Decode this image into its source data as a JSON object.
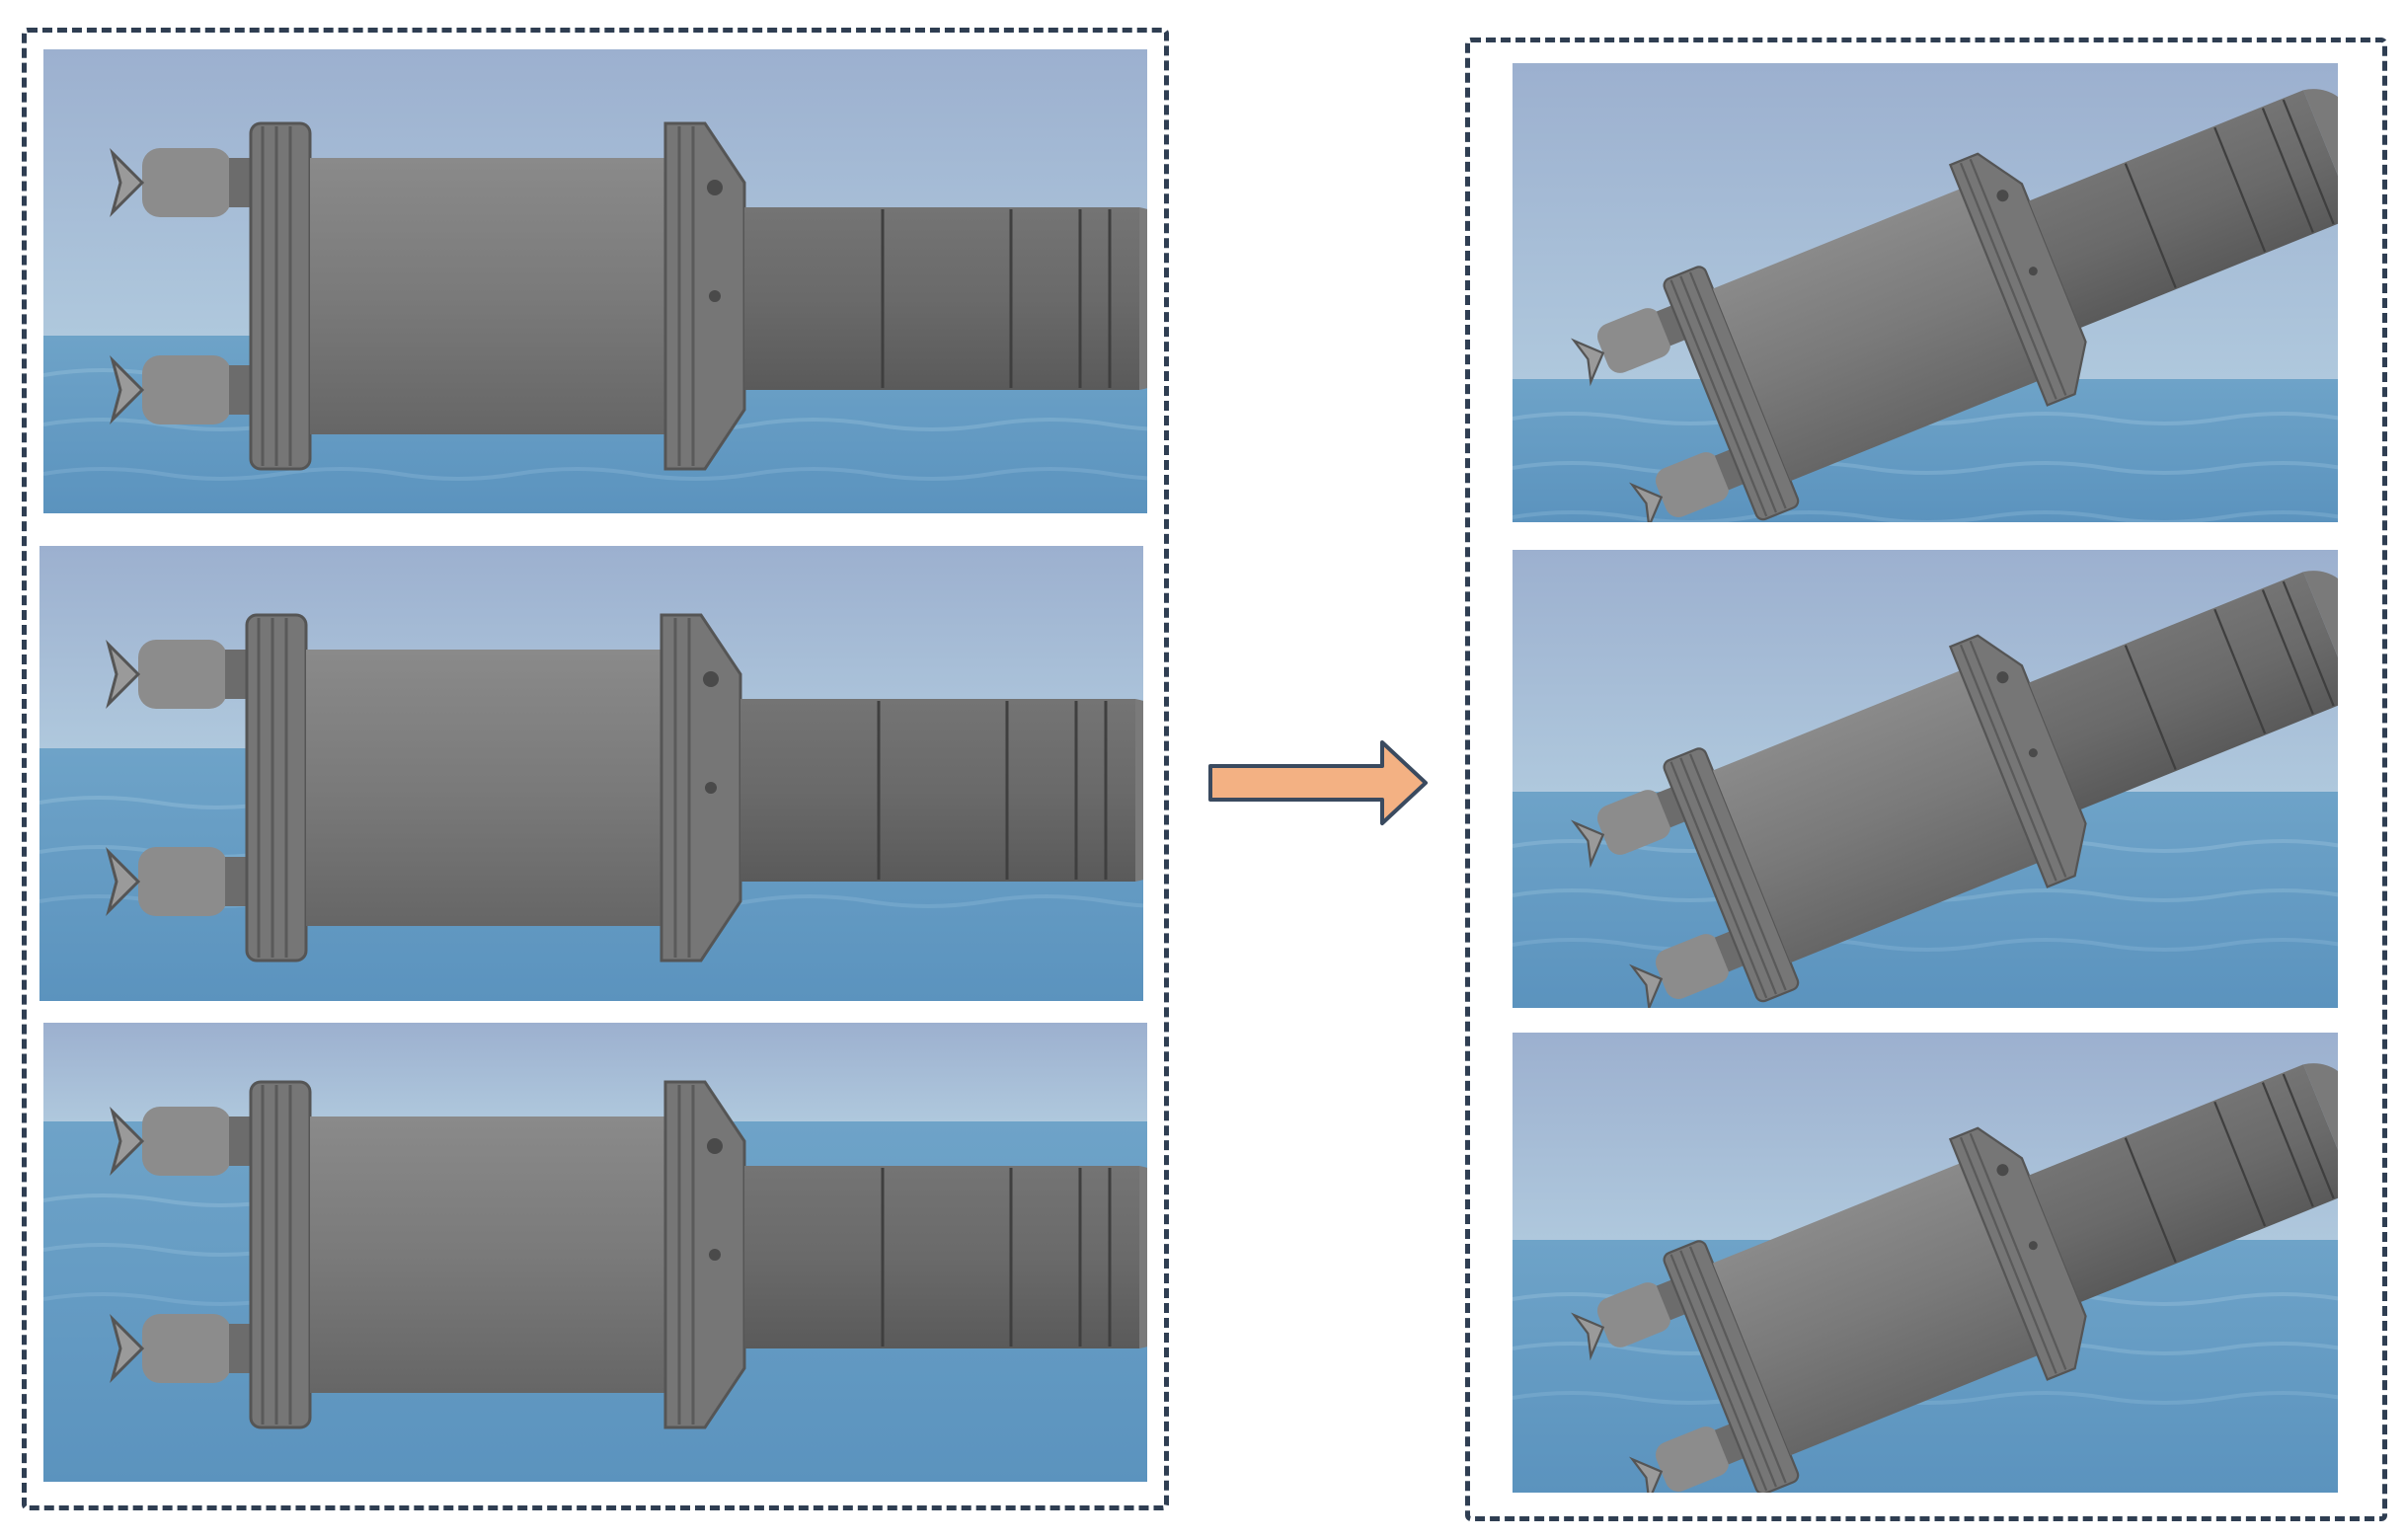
{
  "figure": {
    "left_group": {
      "panels": [
        "level-state-1",
        "level-state-2",
        "level-state-3"
      ]
    },
    "right_group": {
      "panels": [
        "tilted-state-1",
        "tilted-state-2",
        "tilted-state-3"
      ]
    },
    "arrow_icon": "right-arrow-icon"
  },
  "colors": {
    "sky_top": "#9fb3d2",
    "sky_bottom": "#a9c5dc",
    "sea_top": "#6fa3c8",
    "sea_bottom": "#5a93bf",
    "hull": "#7d7d7d",
    "hull_dark": "#6a6a6a",
    "hull_shade": "#585858",
    "dashed_border": "#2f3e52",
    "arrow_fill": "#f3b183",
    "arrow_stroke": "#3a4a5f"
  }
}
